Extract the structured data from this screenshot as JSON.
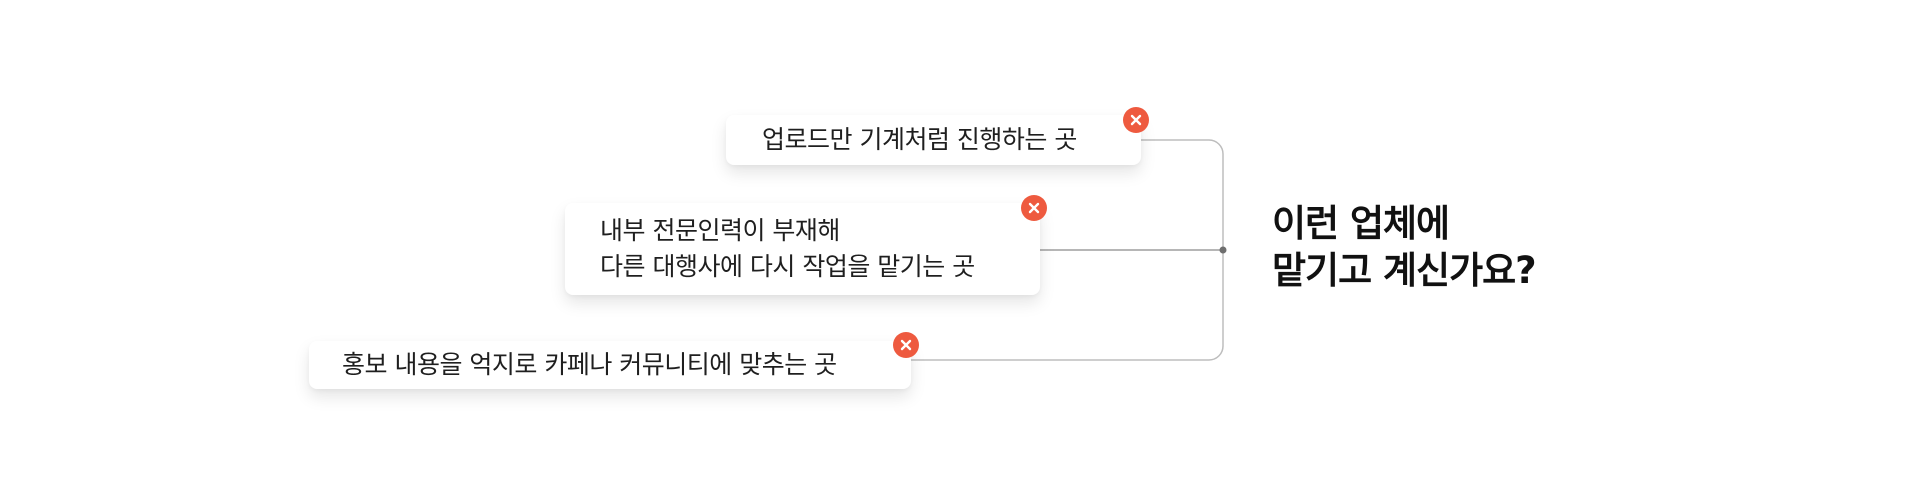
{
  "heading": {
    "line1": "이런 업체에",
    "line2": "맡기고 계신가요?"
  },
  "items": [
    {
      "lines": [
        "업로드만 기계처럼 진행하는 곳"
      ],
      "badge_icon": "close-icon"
    },
    {
      "lines": [
        "내부 전문인력이 부재해",
        "다른 대행사에 다시 작업을 맡기는 곳"
      ],
      "badge_icon": "close-icon"
    },
    {
      "lines": [
        "홍보 내용을 억지로 카페나 커뮤니티에 맞추는 곳"
      ],
      "badge_icon": "close-icon"
    }
  ],
  "colors": {
    "badge": "#ee5a3f",
    "connector": "#bdbdbd",
    "junction_dot": "#6e6e6e",
    "text": "#1f1f1f",
    "heading": "#111111"
  }
}
